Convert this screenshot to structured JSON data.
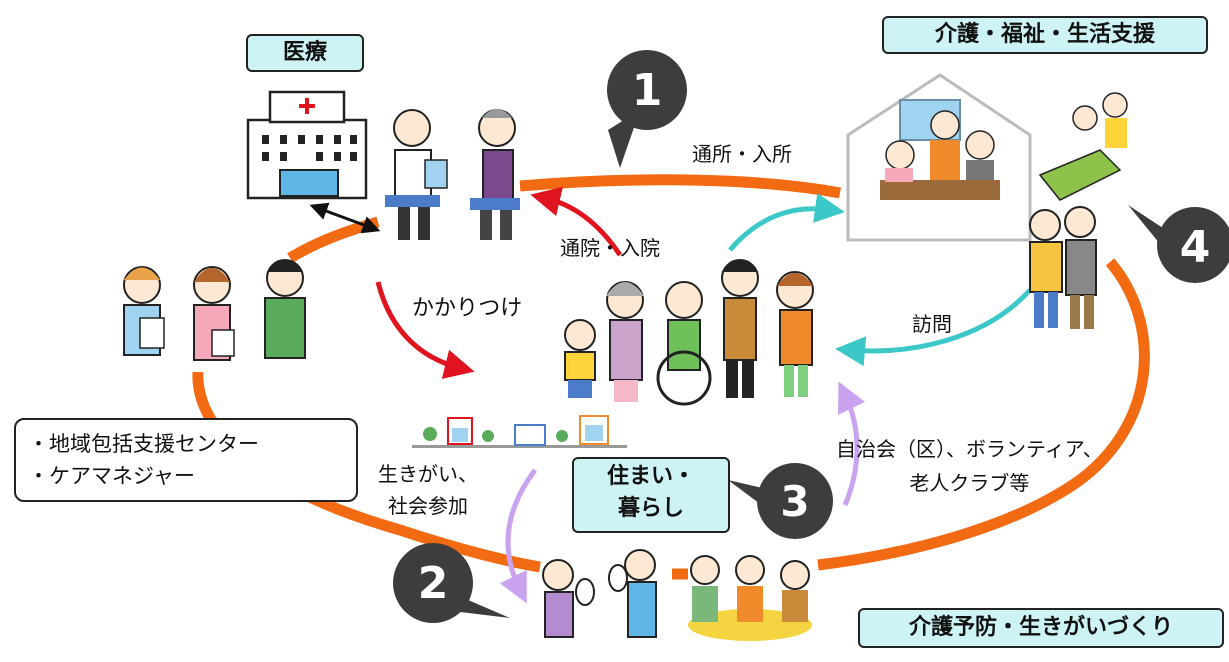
{
  "labels": {
    "medical": "医療",
    "care": "介護・福祉・生活支援",
    "prevention": "介護予防・生きがいづくり",
    "housing_line1": "住まい・",
    "housing_line2": "暮らし",
    "center_line1": "・地域包括支援センター",
    "center_line2": "・ケアマネジャー"
  },
  "flow": {
    "tsusho": "通所・入所",
    "tsuin": "通院・入院",
    "kakaritsuke": "かかりつけ",
    "houmon": "訪問",
    "ikigai_line1": "生きがい、",
    "ikigai_line2": "社会参加",
    "jichikai_line1": "自治会（区）、ボランティア、",
    "jichikai_line2": "老人クラブ等"
  },
  "badges": {
    "b1": "1",
    "b2": "2",
    "b3": "3",
    "b4": "4"
  },
  "colors": {
    "orange_ring": "#f26a12",
    "red_arrow": "#e0141e",
    "cyan_arrow": "#3cc8c8",
    "purple_arrow": "#c9a3ef",
    "box_fill": "#cdf3f4",
    "badge_fill": "#3d3d3d"
  }
}
